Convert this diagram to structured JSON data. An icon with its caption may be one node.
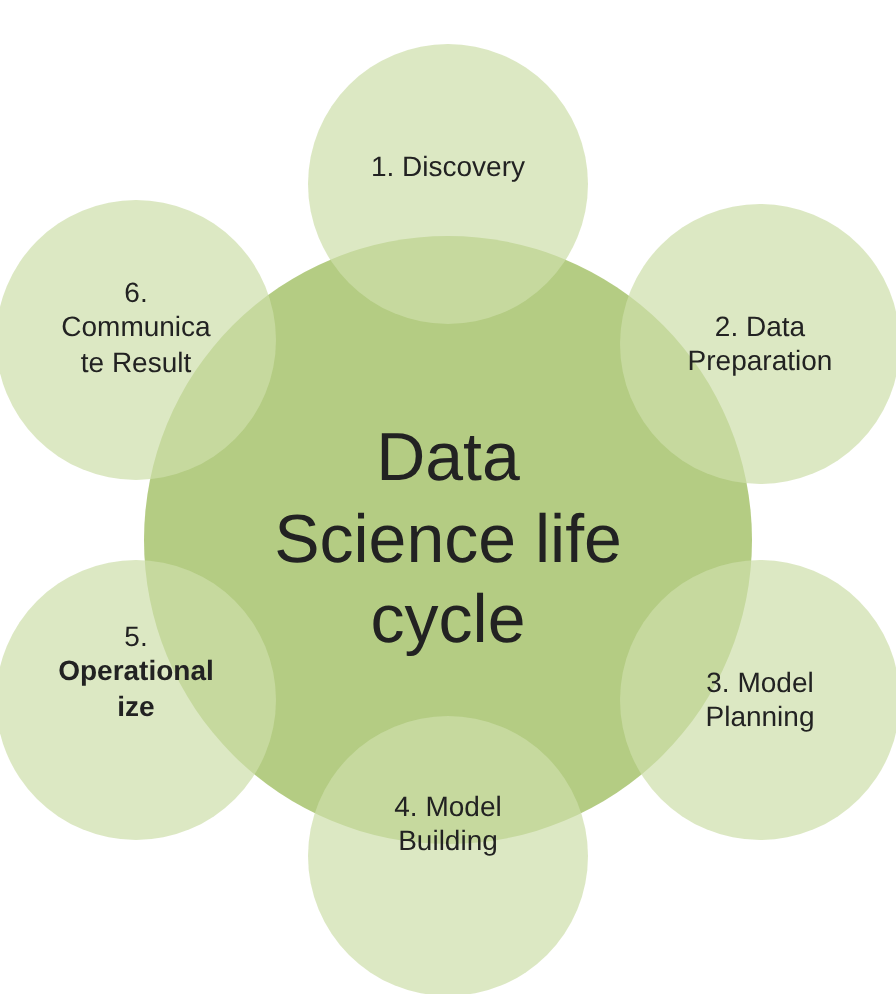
{
  "diagram": {
    "nodes": [
      {
        "text": [
          "Data Science life cycle"
        ]
      },
      {
        "text": [
          "1. Discovery"
        ]
      },
      {
        "text": [
          "2. Data Preparation"
        ]
      },
      {
        "text": [
          "3. Model Planning"
        ]
      },
      {
        "text": [
          "4. Model Building"
        ]
      },
      {
        "text": [
          "5. **Operational ize**"
        ]
      },
      {
        "text": [
          "6. Communica te Result"
        ]
      }
    ]
  }
}
